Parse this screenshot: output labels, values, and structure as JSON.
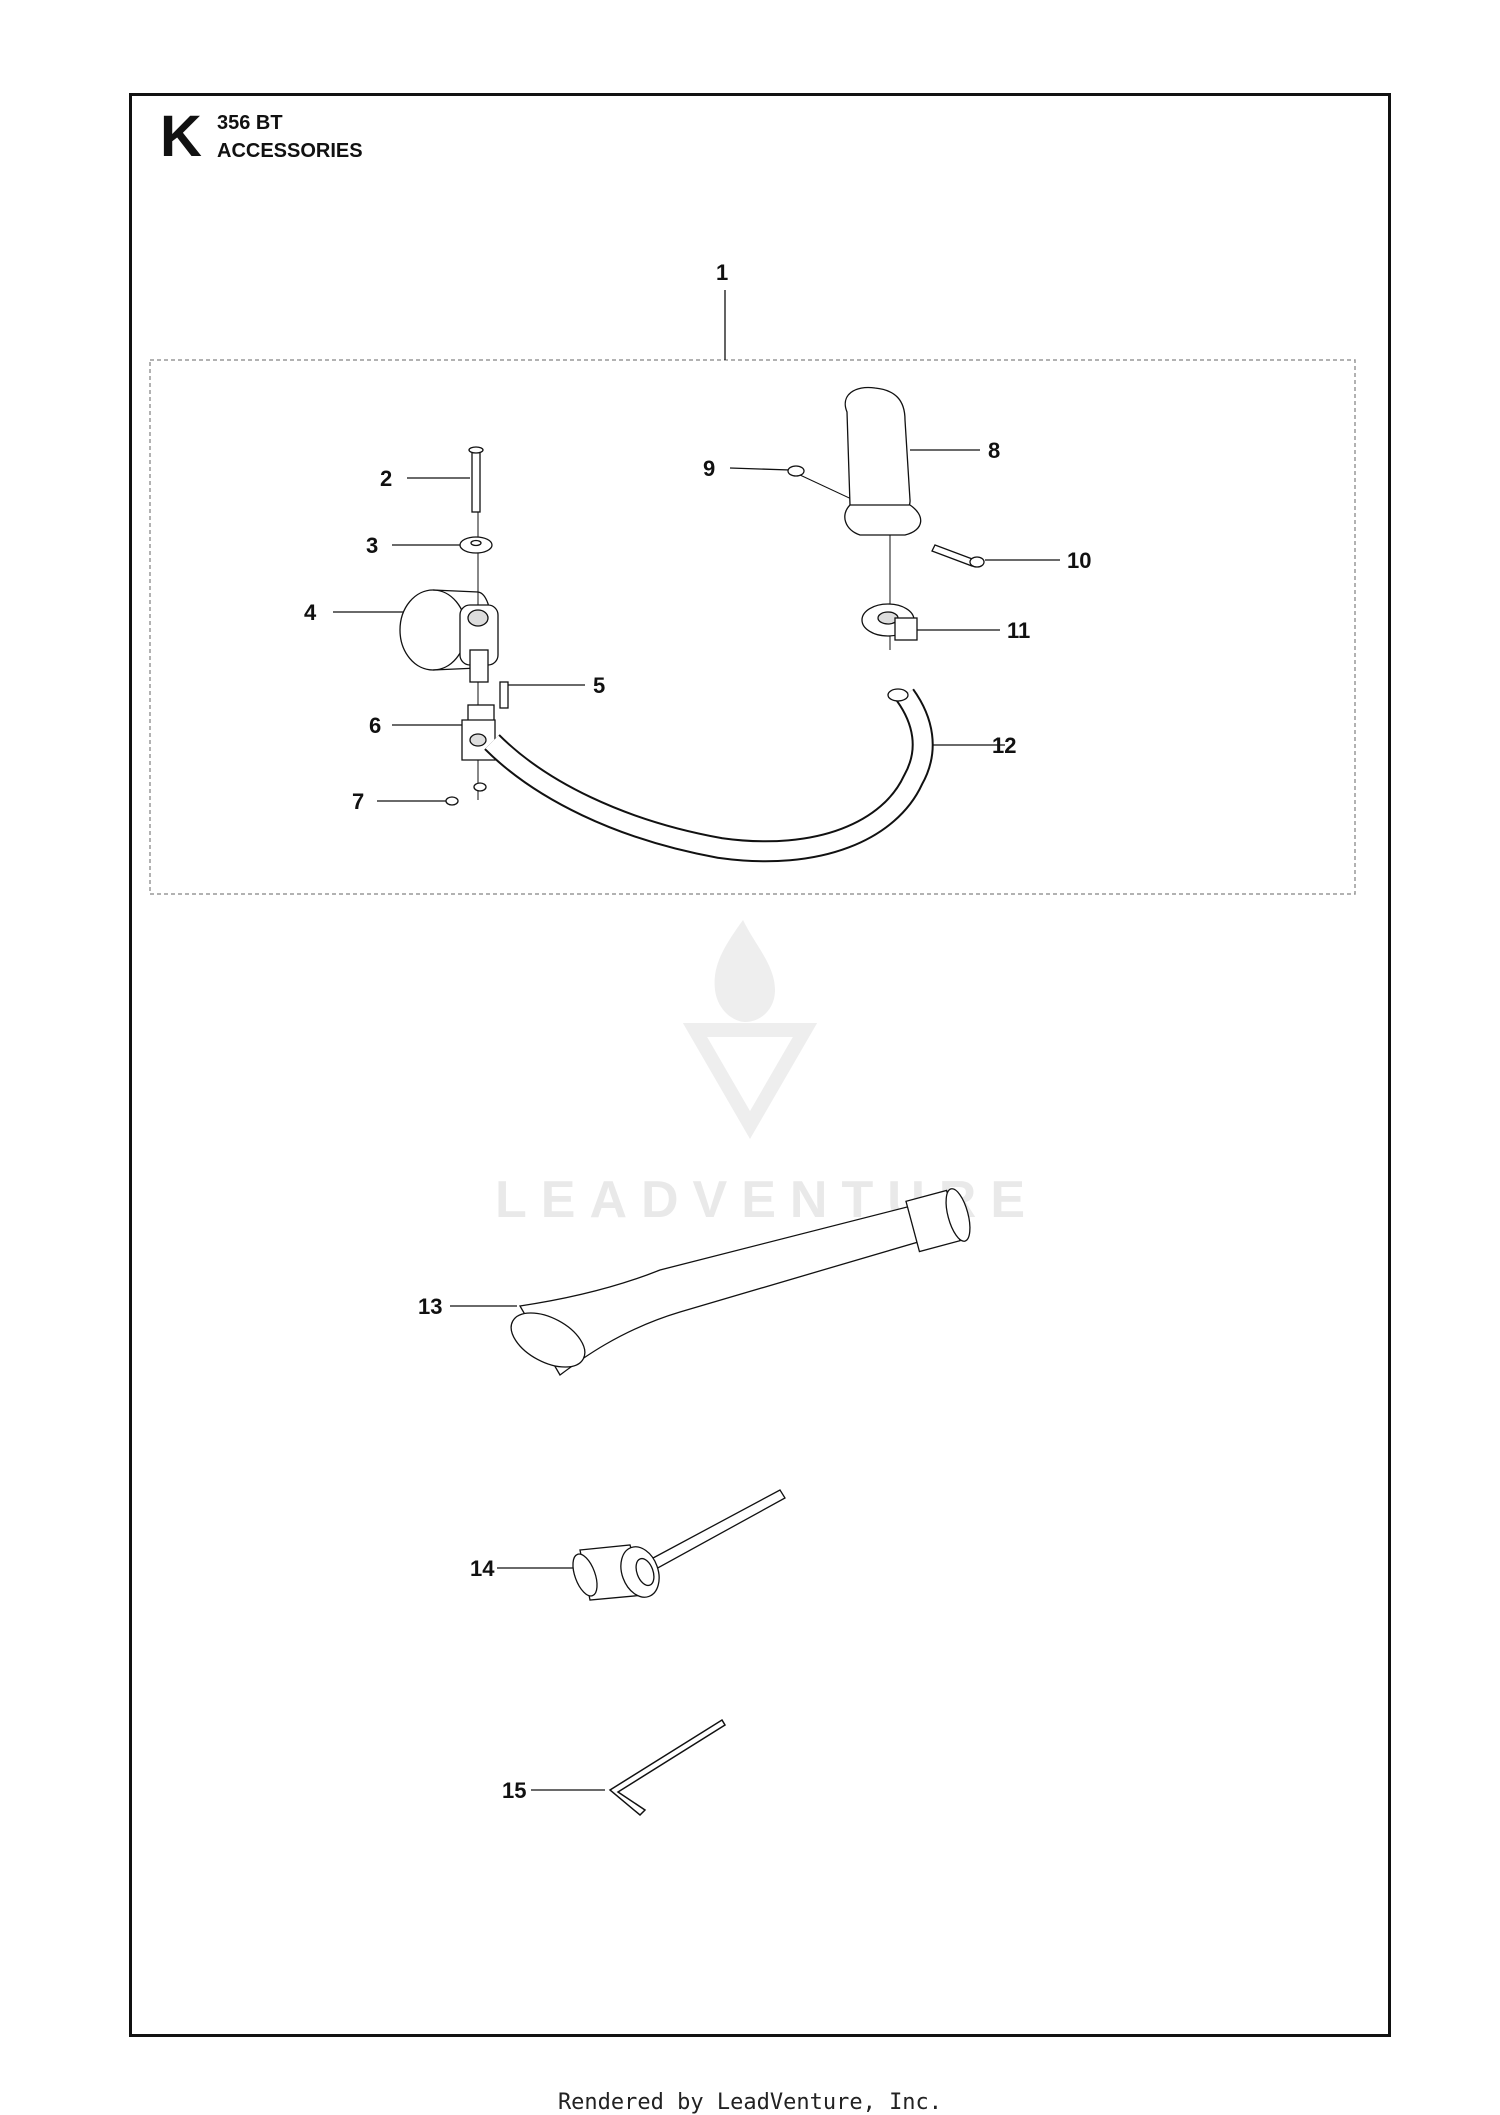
{
  "header": {
    "section_letter": "K",
    "model": "356 BT",
    "title": "ACCESSORIES"
  },
  "callouts": [
    {
      "id": "1",
      "label": "1"
    },
    {
      "id": "2",
      "label": "2"
    },
    {
      "id": "3",
      "label": "3"
    },
    {
      "id": "4",
      "label": "4"
    },
    {
      "id": "5",
      "label": "5"
    },
    {
      "id": "6",
      "label": "6"
    },
    {
      "id": "7",
      "label": "7"
    },
    {
      "id": "8",
      "label": "8"
    },
    {
      "id": "9",
      "label": "9"
    },
    {
      "id": "10",
      "label": "10"
    },
    {
      "id": "11",
      "label": "11"
    },
    {
      "id": "12",
      "label": "12"
    },
    {
      "id": "13",
      "label": "13"
    },
    {
      "id": "14",
      "label": "14"
    },
    {
      "id": "15",
      "label": "15"
    }
  ],
  "watermark": "LEADVENTURE",
  "footer": "Rendered by LeadVenture, Inc."
}
